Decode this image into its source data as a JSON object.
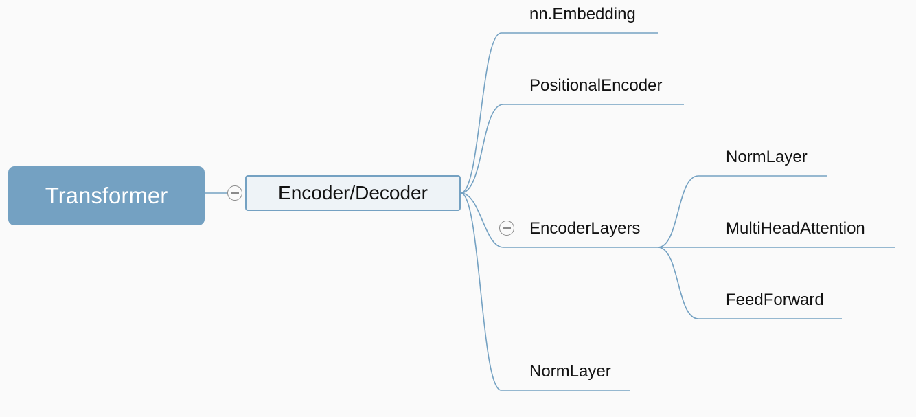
{
  "root": {
    "label": "Transformer"
  },
  "main": {
    "label": "Encoder/Decoder"
  },
  "branches": {
    "embedding": {
      "label": "nn.Embedding"
    },
    "positional": {
      "label": "PositionalEncoder"
    },
    "encoder_layers": {
      "label": "EncoderLayers",
      "children": {
        "norm": {
          "label": "NormLayer"
        },
        "attention": {
          "label": "MultiHeadAttention"
        },
        "feedforward": {
          "label": "FeedForward"
        }
      }
    },
    "final_norm": {
      "label": "NormLayer"
    }
  },
  "colors": {
    "root_fill": "#74a1c2",
    "main_fill": "#eef3f7",
    "connector": "#74a1c2",
    "collapse_icon": "#8a8a8a",
    "background": "#fafafa"
  }
}
